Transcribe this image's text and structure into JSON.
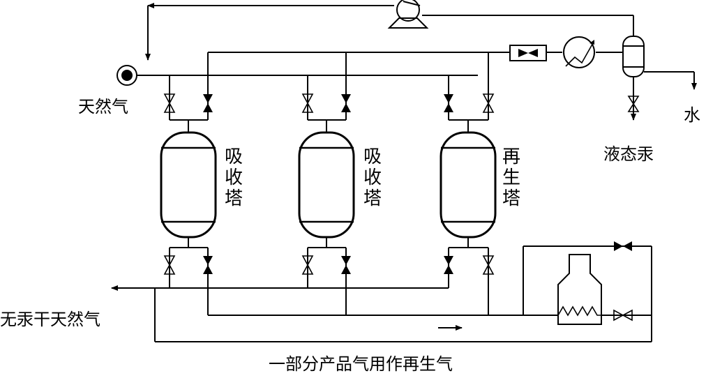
{
  "labels": {
    "natural_gas": "天然气",
    "water": "水",
    "liquid_mercury": "液态汞",
    "mercury_free_gas": "无汞干天然气",
    "regen_note": "一部分产品气用作再生气"
  },
  "towers": [
    {
      "label": "吸\n收\n塔"
    },
    {
      "label": "吸\n收\n塔"
    },
    {
      "label": "再\n生\n塔"
    }
  ]
}
